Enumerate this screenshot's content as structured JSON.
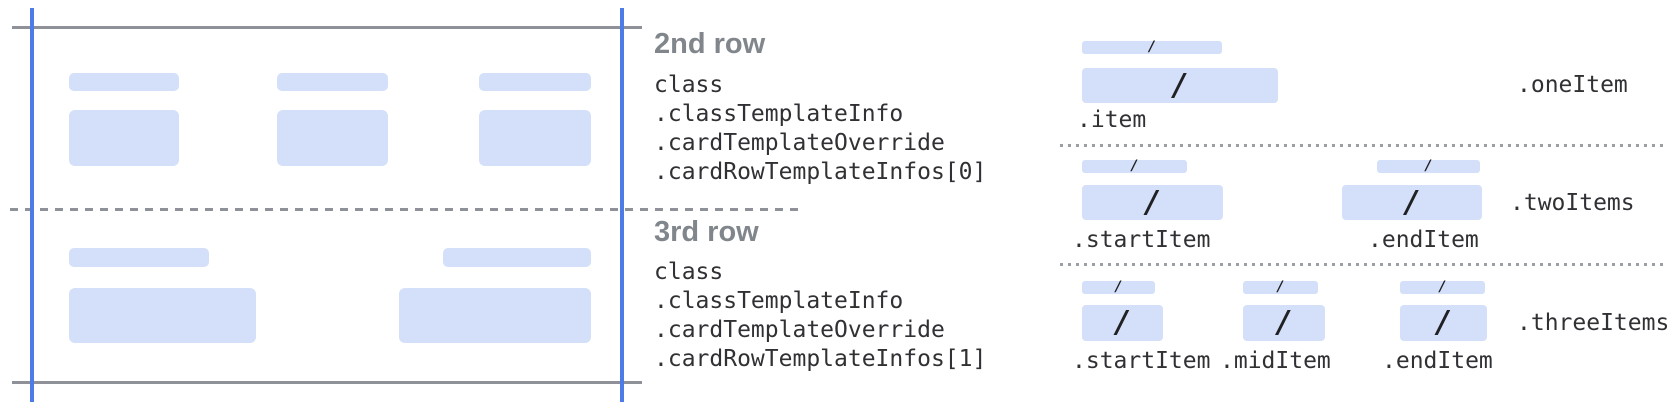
{
  "colors": {
    "accent_blue": "#4d7ce6",
    "placeholder_blue": "#d4e0f9",
    "line_gray": "#8e9298",
    "title_gray": "#80868b",
    "code_text": "#303134"
  },
  "glyphs": {
    "slash": "/"
  },
  "annotations": {
    "second_row": {
      "title": "2nd row",
      "code_lines": [
        "class",
        ".classTemplateInfo",
        ".cardTemplateOverride",
        ".cardRowTemplateInfos[0]"
      ]
    },
    "third_row": {
      "title": "3rd row",
      "code_lines": [
        "class",
        ".classTemplateInfo",
        ".cardTemplateOverride",
        ".cardRowTemplateInfos[1]"
      ]
    }
  },
  "layouts": {
    "one_item": {
      "name": ".oneItem",
      "items": [
        {
          "label": ".item"
        }
      ]
    },
    "two_items": {
      "name": ".twoItems",
      "items": [
        {
          "label": ".startItem"
        },
        {
          "label": ".endItem"
        }
      ]
    },
    "three_items": {
      "name": ".threeItems",
      "items": [
        {
          "label": ".startItem"
        },
        {
          "label": ".midItem"
        },
        {
          "label": ".endItem"
        }
      ]
    }
  }
}
